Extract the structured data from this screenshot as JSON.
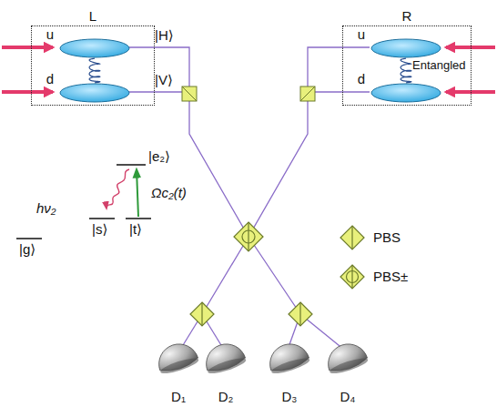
{
  "diagram": {
    "nodes": [
      {
        "text": [
          "L"
        ]
      },
      {
        "text": [
          "u"
        ],
        "in": 0
      },
      {
        "text": [
          "d"
        ],
        "in": 0
      },
      {
        "text": [
          "R"
        ]
      },
      {
        "text": [
          "u"
        ],
        "in": 3
      },
      {
        "text": [
          "d"
        ],
        "in": 3
      },
      {
        "text": [
          "D₁"
        ]
      },
      {
        "text": [
          "D₂"
        ]
      },
      {
        "text": [
          "D₃"
        ]
      },
      {
        "text": [
          "D₄"
        ]
      }
    ],
    "edges": [
      {
        "from": 1,
        "to": 2,
        "arrow": "none"
      },
      {
        "from": 4,
        "to": 5,
        "arrow": "none"
      }
    ],
    "labels": [
      "|H⟩",
      "|V⟩",
      "Entangled",
      "|e₂⟩",
      "hν₂",
      "Ωc₂(t)",
      "|s⟩",
      "|t⟩",
      "|g⟩"
    ],
    "legend": [
      {
        "text": "PBS"
      },
      {
        "text": "PBS±"
      }
    ]
  }
}
